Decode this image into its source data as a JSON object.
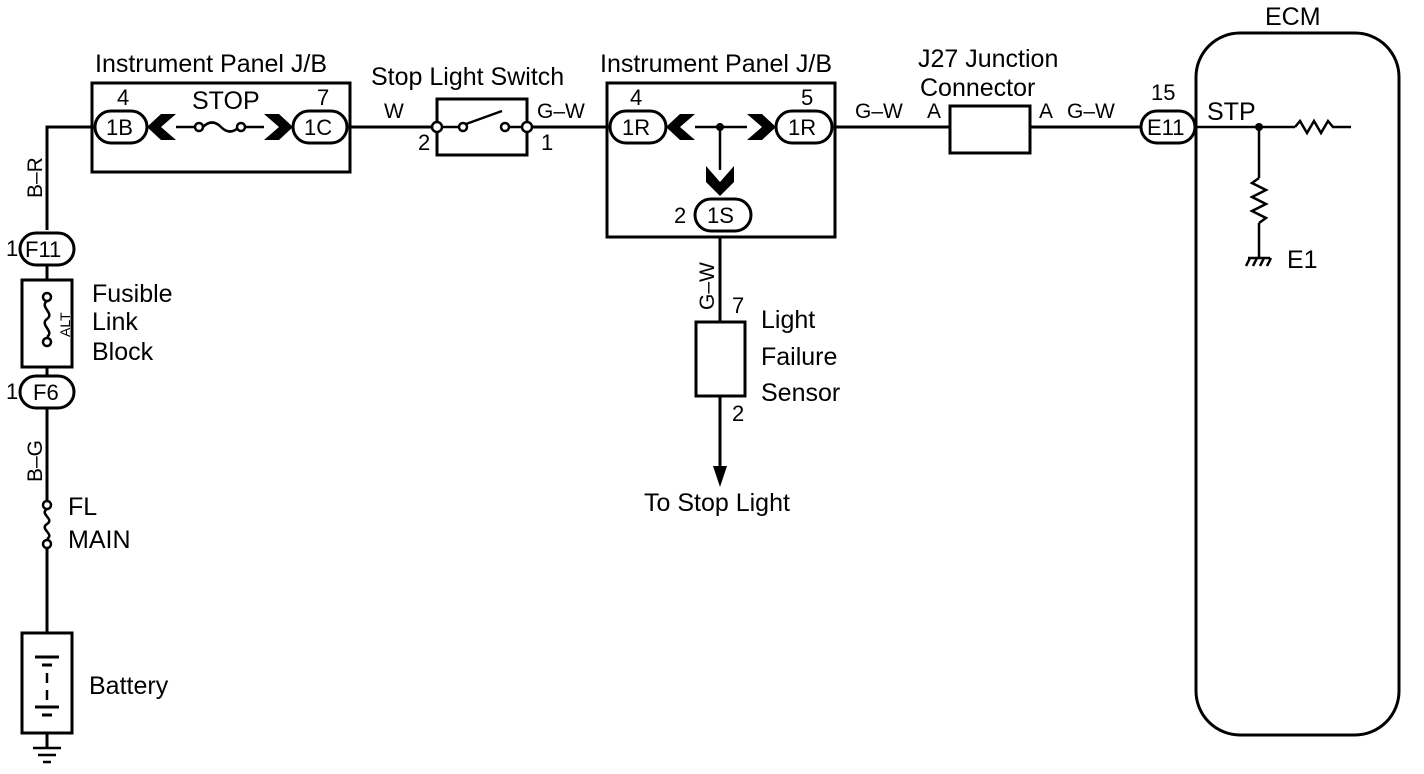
{
  "diagram": {
    "components": {
      "ecm": "ECM",
      "ip_jb_left": "Instrument Panel J/B",
      "ip_jb_right": "Instrument Panel J/B",
      "stop_light_switch": "Stop Light Switch",
      "j27_line1": "J27 Junction",
      "j27_line2": "Connector",
      "fusible_1": "Fusible",
      "fusible_2": "Link",
      "fusible_3": "Block",
      "alt": "ALT",
      "fl_1": "FL",
      "fl_2": "MAIN",
      "battery": "Battery",
      "lfs_1": "Light",
      "lfs_2": "Failure",
      "lfs_3": "Sensor",
      "to_stop_light": "To Stop Light",
      "stop_fuse": "STOP",
      "stp": "STP",
      "e1": "E1"
    },
    "connectors": {
      "c1B": "1B",
      "c1C": "1C",
      "c1R_left": "1R",
      "c1R_right": "1R",
      "c1S": "1S",
      "cF11": "F11",
      "cF6": "F6",
      "cE11": "E11"
    },
    "pins": {
      "p1B": "4",
      "p1C": "7",
      "sw_left": "2",
      "sw_right": "1",
      "p1R_left": "4",
      "p1R_right": "5",
      "p1S": "2",
      "pF11": "1",
      "pF6": "1",
      "pE11": "15",
      "lfs_top": "7",
      "lfs_bottom": "2",
      "j27_left": "A",
      "j27_right": "A"
    },
    "wires": {
      "w_br": "B–R",
      "w_w": "W",
      "w_gw1": "G–W",
      "w_gw2": "G–W",
      "w_gw3": "G–W",
      "w_gw_vert": "G–W",
      "w_bg": "B–G"
    }
  }
}
